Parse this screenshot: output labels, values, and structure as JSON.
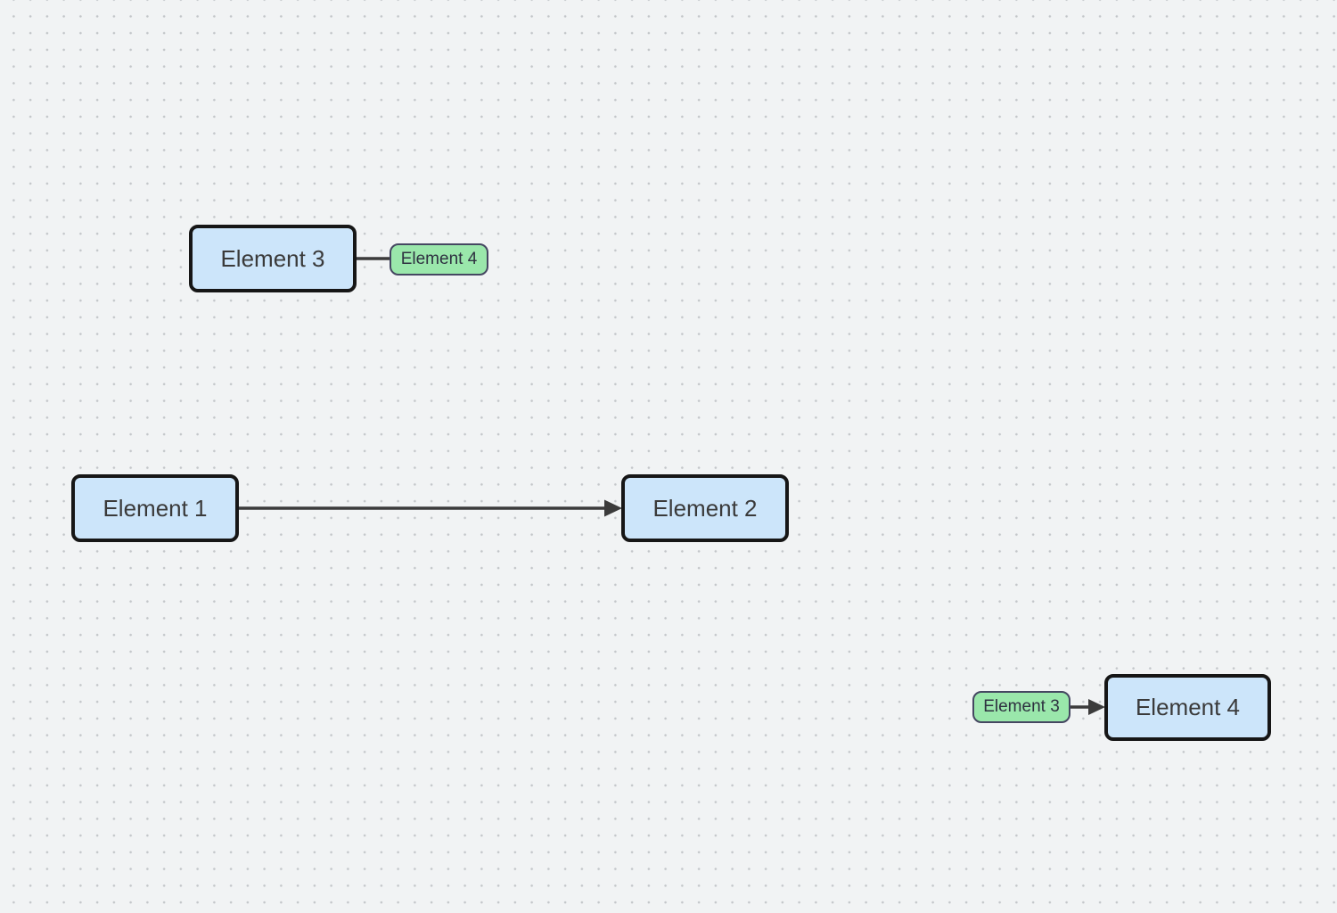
{
  "canvas": {
    "background_color": "#f1f3f4",
    "grid_dot_color": "#c3c6c9",
    "grid_style": "dotted"
  },
  "nodes": [
    {
      "id": "element3-box",
      "label": "Element 3",
      "shape": "rounded-rectangle",
      "fill": "#cce5fa",
      "border_color": "#161616",
      "text_color": "#3a3a3a"
    },
    {
      "id": "element4-pill",
      "label": "Element 4",
      "shape": "small-rounded-label",
      "fill": "#9ae7ab",
      "border_color": "#454761",
      "text_color": "#2e3140"
    },
    {
      "id": "element1-box",
      "label": "Element 1",
      "shape": "rounded-rectangle",
      "fill": "#cce5fa",
      "border_color": "#161616",
      "text_color": "#3a3a3a"
    },
    {
      "id": "element2-box",
      "label": "Element 2",
      "shape": "rounded-rectangle",
      "fill": "#cce5fa",
      "border_color": "#161616",
      "text_color": "#3a3a3a"
    },
    {
      "id": "element3-pill",
      "label": "Element 3",
      "shape": "small-rounded-label",
      "fill": "#9ae7ab",
      "border_color": "#454761",
      "text_color": "#2e3140"
    },
    {
      "id": "element4-box",
      "label": "Element 4",
      "shape": "rounded-rectangle",
      "fill": "#cce5fa",
      "border_color": "#161616",
      "text_color": "#3a3a3a"
    }
  ],
  "connectors": [
    {
      "from": "element3-box",
      "to": "element4-pill",
      "style": "straight-line",
      "arrowhead": false,
      "color": "#3b3b3b"
    },
    {
      "from": "element1-box",
      "to": "element2-box",
      "style": "straight-line",
      "arrowhead": true,
      "color": "#3b3b3b"
    },
    {
      "from": "element3-pill",
      "to": "element4-box",
      "style": "straight-line",
      "arrowhead": true,
      "color": "#3b3b3b"
    }
  ]
}
